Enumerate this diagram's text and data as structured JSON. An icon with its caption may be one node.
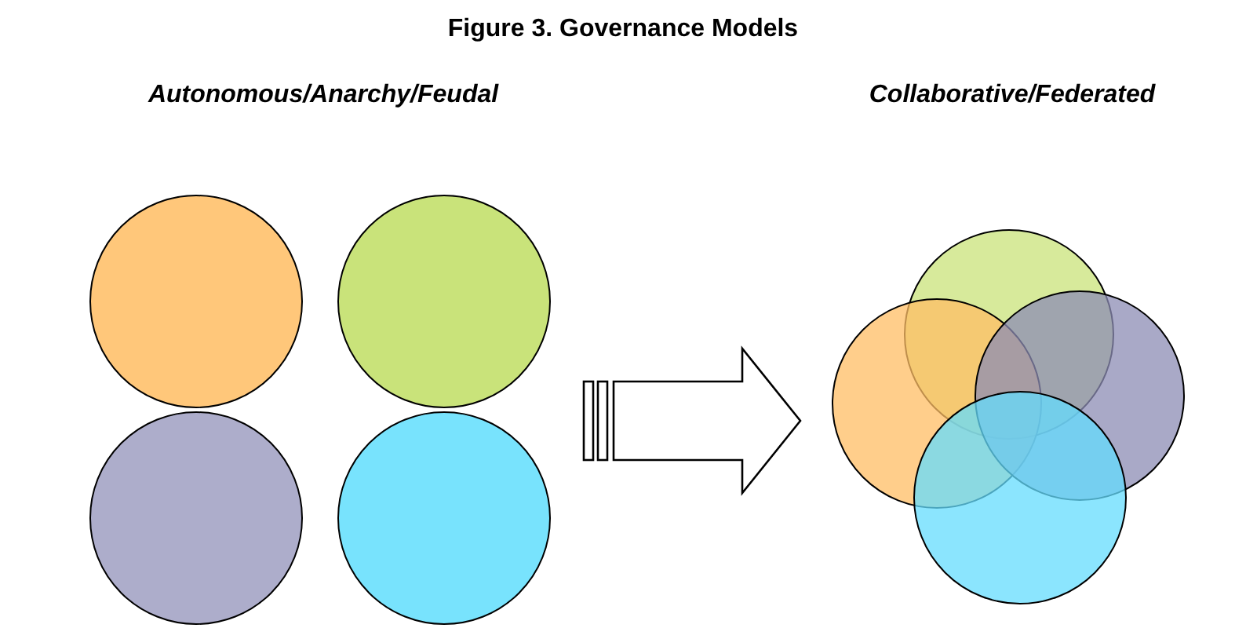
{
  "diagram": {
    "title": "Figure 3. Governance Models",
    "nodes": [
      {
        "text": [
          "Autonomous/Anarchy/Feudal"
        ]
      },
      {
        "text": [],
        "shape": "circle",
        "in": 0
      },
      {
        "text": [],
        "shape": "circle",
        "in": 0
      },
      {
        "text": [],
        "shape": "circle",
        "in": 0
      },
      {
        "text": [],
        "shape": "circle",
        "in": 0
      },
      {
        "text": [
          "Collaborative/Federated"
        ]
      },
      {
        "text": [],
        "shape": "circle",
        "in": 5
      },
      {
        "text": [],
        "shape": "circle",
        "in": 5
      },
      {
        "text": [],
        "shape": "circle",
        "in": 5
      },
      {
        "text": [],
        "shape": "circle",
        "in": 5
      }
    ],
    "edges": [
      {
        "from": 0,
        "to": 5,
        "arrow": "to"
      }
    ]
  }
}
